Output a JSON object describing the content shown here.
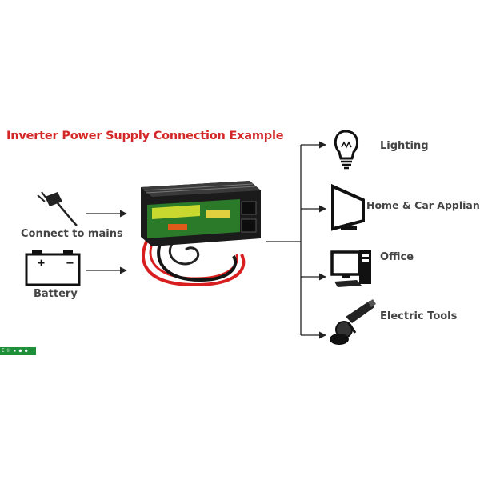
{
  "title": "Inverter Power Supply Connection Example",
  "colors": {
    "title": "#d42828",
    "label": "#444444",
    "arrow": "#222222",
    "inverter_body": "#1b1b1b",
    "inverter_panel": "#2a7a2a",
    "cable_red": "#d81e1e",
    "cable_black": "#151515"
  },
  "inputs": [
    {
      "label": "Connect to mains",
      "icon": "plug-icon"
    },
    {
      "label": "Battery",
      "icon": "battery-icon"
    }
  ],
  "battery_terminals": {
    "positive": "+",
    "negative": "−"
  },
  "outputs": [
    {
      "label": "Lighting",
      "icon": "lightbulb-icon"
    },
    {
      "label": "Home & Car Appliances",
      "icon": "monitor-icon"
    },
    {
      "label": "Office",
      "icon": "desktop-computer-icon"
    },
    {
      "label": "Electric Tools",
      "icon": "angle-grinder-icon"
    }
  ],
  "badge_text": "E H ▪ ● ●"
}
